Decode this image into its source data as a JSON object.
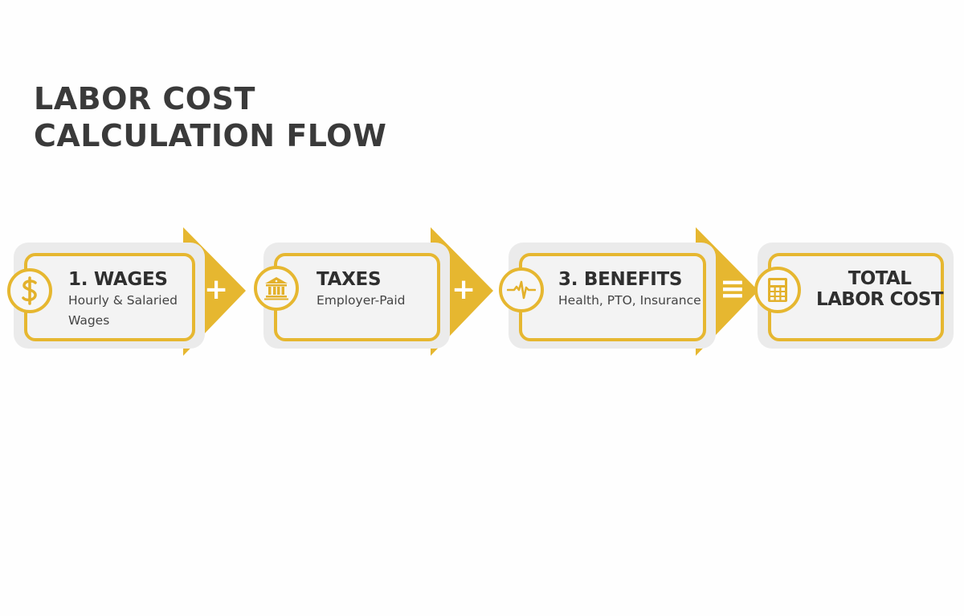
{
  "title": {
    "line1": "LABOR COST",
    "line2": "CALCULATION FLOW"
  },
  "colors": {
    "accent": "#e6b730",
    "card_bg": "#ebebeb",
    "inner_bg": "#f3f3f3",
    "text_dark": "#2f2f2f"
  },
  "steps": [
    {
      "label": "1. WAGES",
      "sub": "Hourly & Salaried Wages",
      "icon": "dollar-icon"
    },
    {
      "label": "TAXES",
      "sub": "Employer-Paid",
      "icon": "bank-icon"
    },
    {
      "label": "3. BENEFITS",
      "sub": "Health, PTO, Insurance",
      "icon": "pulse-icon"
    },
    {
      "label": "TOTAL LABOR COST",
      "sub": "",
      "icon": "calculator-icon"
    }
  ],
  "operators": [
    {
      "symbol": "+",
      "meaning": "plus"
    },
    {
      "symbol": "+",
      "meaning": "plus"
    },
    {
      "symbol": "≡",
      "meaning": "equals"
    }
  ]
}
